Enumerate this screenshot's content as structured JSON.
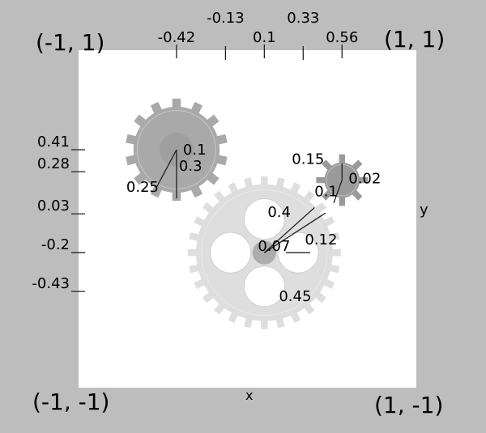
{
  "corners": {
    "top_left": "(-1, 1)",
    "top_right": "(1, 1)",
    "bottom_left": "(-1, -1)",
    "bottom_right": "(1, -1)"
  },
  "axes": {
    "x_label": "x",
    "y_label": "y",
    "top_ticks_upper": [
      {
        "label": "-0.13",
        "value": -0.13
      },
      {
        "label": "0.33",
        "value": 0.33
      }
    ],
    "top_ticks_lower": [
      {
        "label": "-0.42",
        "value": -0.42
      },
      {
        "label": "0.1",
        "value": 0.1
      },
      {
        "label": "0.56",
        "value": 0.56
      }
    ],
    "left_ticks": [
      {
        "label": "0.41",
        "value": 0.41
      },
      {
        "label": "0.28",
        "value": 0.28
      },
      {
        "label": "0.03",
        "value": 0.03
      },
      {
        "label": "-0.2",
        "value": -0.2
      },
      {
        "label": "-0.43",
        "value": -0.43
      }
    ]
  },
  "gears": [
    {
      "name": "left-gear",
      "center": [
        -0.42,
        0.41
      ],
      "outer_radius": 0.3,
      "pitch_radius": 0.25,
      "hub_radius": 0.1,
      "teeth": 14,
      "labels": {
        "outer_radius": "0.3",
        "pitch_radius": "0.25",
        "hub_radius": "0.1"
      },
      "color": "#a9a9a9"
    },
    {
      "name": "big-gear",
      "center": [
        0.1,
        -0.2
      ],
      "outer_radius": 0.45,
      "pitch_radius": 0.4,
      "hub_radius": 0.07,
      "hole_radius": 0.12,
      "hole_offset": 0.2,
      "teeth": 28,
      "labels": {
        "outer_radius": "0.45",
        "pitch_radius": "0.4",
        "hub_radius": "0.07",
        "hole_radius": "0.12"
      },
      "color": "#dedede"
    },
    {
      "name": "small-gear",
      "center": [
        0.56,
        0.23
      ],
      "outer_radius": 0.15,
      "pitch_radius": 0.1,
      "hub_radius": 0.02,
      "teeth": 8,
      "labels": {
        "outer_radius": "0.15",
        "pitch_radius": "0.1",
        "hub_radius": "0.02"
      },
      "color": "#9a9a9a"
    }
  ]
}
